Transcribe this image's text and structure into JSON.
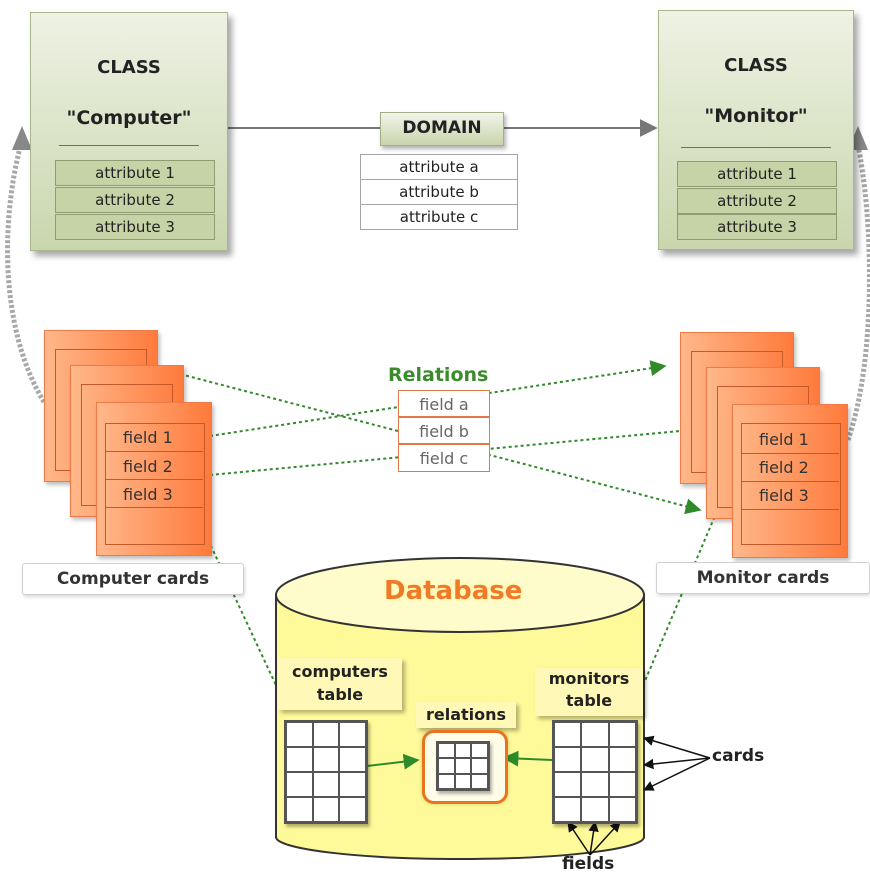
{
  "class_computer": {
    "keyword": "CLASS",
    "name": "\"Computer\"",
    "attributes": [
      "attribute 1",
      "attribute 2",
      "attribute 3"
    ]
  },
  "class_monitor": {
    "keyword": "CLASS",
    "name": "\"Monitor\"",
    "attributes": [
      "attribute 1",
      "attribute 2",
      "attribute 3"
    ]
  },
  "domain": {
    "label": "DOMAIN",
    "attributes": [
      "attribute a",
      "attribute b",
      "attribute c"
    ]
  },
  "relations": {
    "title": "Relations",
    "fields": [
      "field a",
      "field b",
      "field c"
    ]
  },
  "computer_cards": {
    "fields": [
      "field 1",
      "field 2",
      "field 3"
    ],
    "caption": "Computer cards"
  },
  "monitor_cards": {
    "fields": [
      "field 1",
      "field 2",
      "field 3"
    ],
    "caption": "Monitor cards"
  },
  "database": {
    "title": "Database",
    "computers_table": "computers\ntable",
    "monitors_table": "monitors\ntable",
    "relations_table": "relations",
    "cards_label": "cards",
    "fields_label": "fields"
  },
  "colors": {
    "class_green": "#c9d6ad",
    "card_orange": "#ff7a3c",
    "relation_green": "#3b8b2c",
    "database_yellow": "#fffa99",
    "database_title": "#f07a2a"
  }
}
